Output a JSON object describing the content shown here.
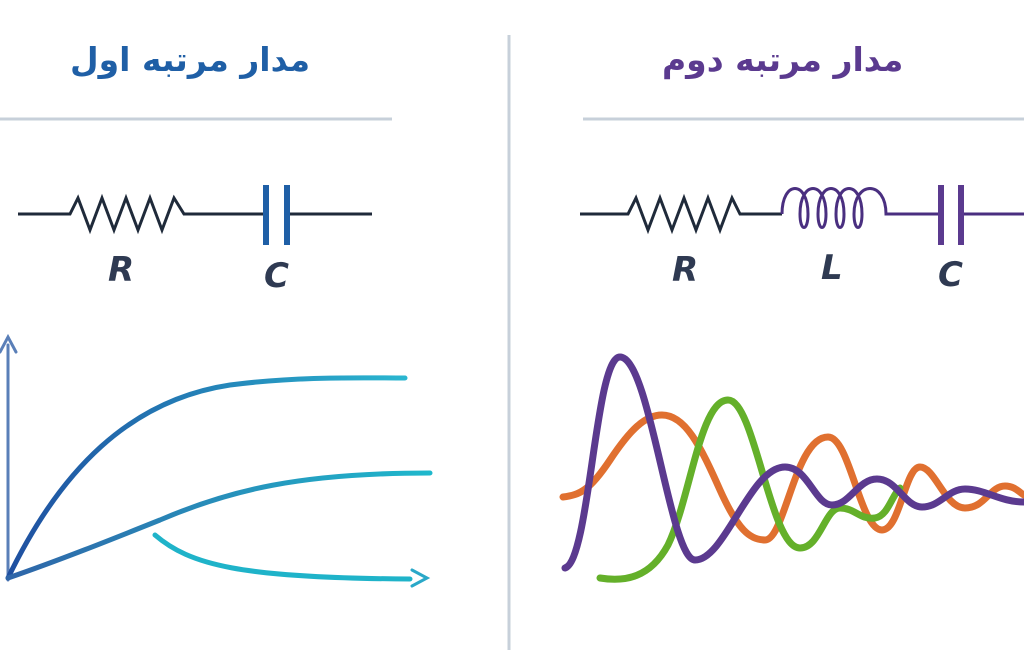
{
  "first_order": {
    "title": "مدار مرتبه اول",
    "labels": [
      "R",
      "C"
    ],
    "color": "#1f5fa6"
  },
  "second_order": {
    "title": "مدار مرتبه دوم",
    "labels": [
      "R",
      "L",
      "C"
    ],
    "color": "#5b3a8f"
  },
  "colors": {
    "wire": "#1f2a3a",
    "divider": "#c7d0da",
    "orange": "#e07030",
    "green": "#64b02a",
    "purple": "#5b3a8f",
    "cyan": "#1fb3c9"
  }
}
